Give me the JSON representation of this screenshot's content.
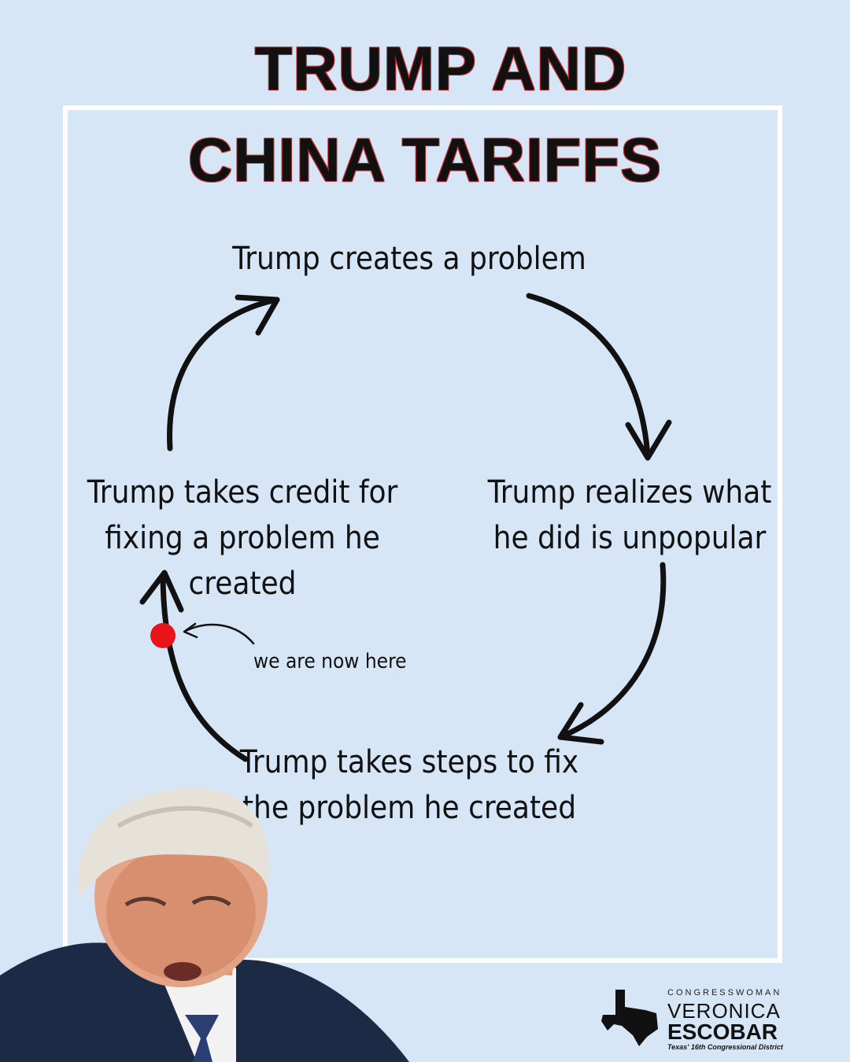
{
  "title": {
    "line1": "TRUMP AND",
    "line2": "CHINA TARIFFS"
  },
  "cycle": {
    "step1": "Trump creates a problem",
    "step2": "Trump realizes what he did is unpopular",
    "step3": "Trump takes steps to fix the problem he created",
    "step4": "Trump takes credit for fixing a problem he created"
  },
  "marker": {
    "label": "we are now here",
    "color": "#e8141a"
  },
  "logo": {
    "kicker": "CONGRESSWOMAN",
    "first_name": "VERONICA",
    "last_name": "ESCOBAR",
    "subtitle": "Texas' 16th Congressional District"
  },
  "colors": {
    "background": "#d6e6f7",
    "title_outline": "#c0282d"
  }
}
